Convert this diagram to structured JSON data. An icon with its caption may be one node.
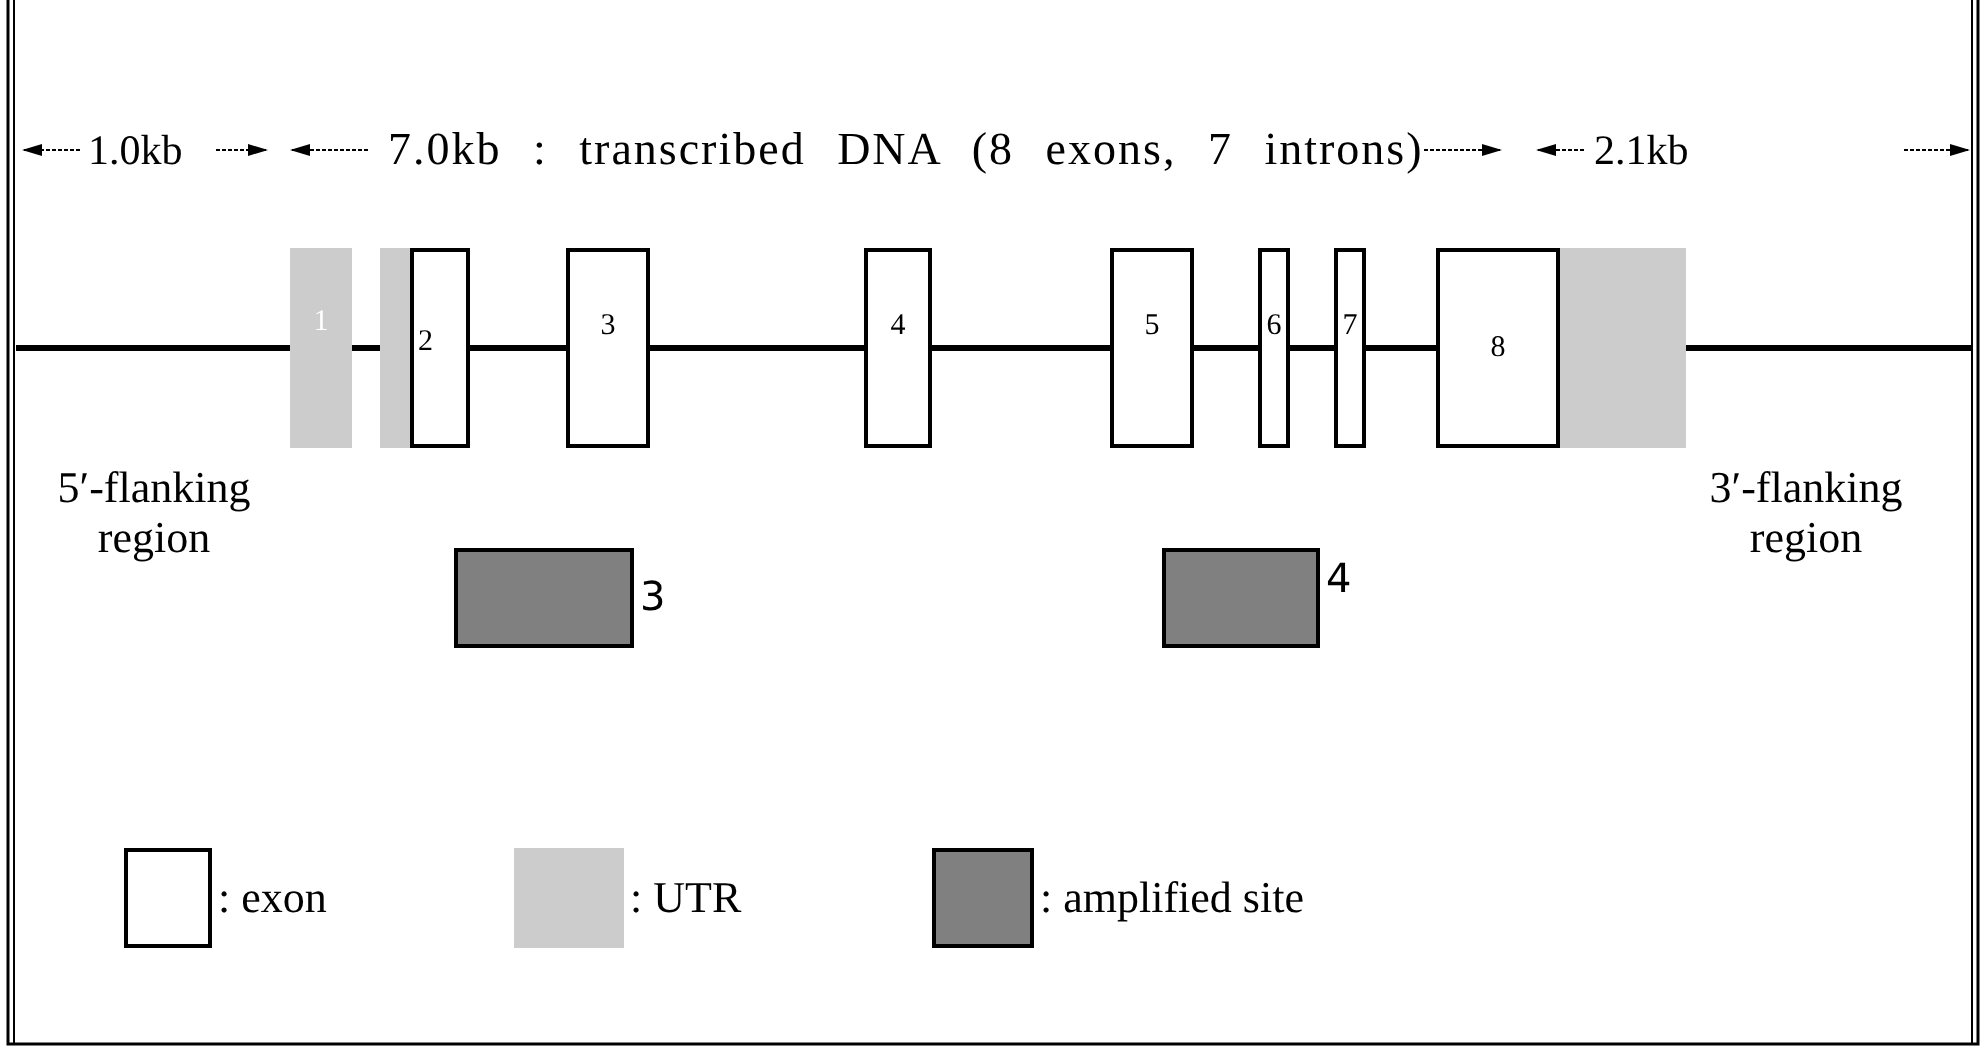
{
  "diagram": {
    "nodes": [
      {
        "text": [
          "1"
        ]
      },
      {
        "text": [],
        "shape": "box"
      },
      {
        "text": [
          "2"
        ]
      },
      {
        "text": [
          "3"
        ]
      },
      {
        "text": [
          "4"
        ]
      },
      {
        "text": [
          "5"
        ]
      },
      {
        "text": [
          "6"
        ]
      },
      {
        "text": [
          "7"
        ]
      },
      {
        "text": [
          "8"
        ]
      },
      {
        "text": [],
        "shape": "box"
      },
      {
        "text": [],
        "shape": "box",
        "beside": [
          "3"
        ]
      },
      {
        "text": [],
        "shape": "box",
        "beside": [
          "4"
        ]
      }
    ],
    "labels": [
      "1.0kb",
      "7.0kb : transcribed DNA (8 exons, 7 introns)",
      "2.1kb",
      "5′-flanking region",
      "3′-flanking region"
    ],
    "legend": [
      {
        "text": ": exon",
        "color": "#ffffff"
      },
      {
        "text": ": UTR",
        "color": "#cccccc"
      },
      {
        "text": ": amplified site",
        "color": "#808080"
      }
    ]
  }
}
